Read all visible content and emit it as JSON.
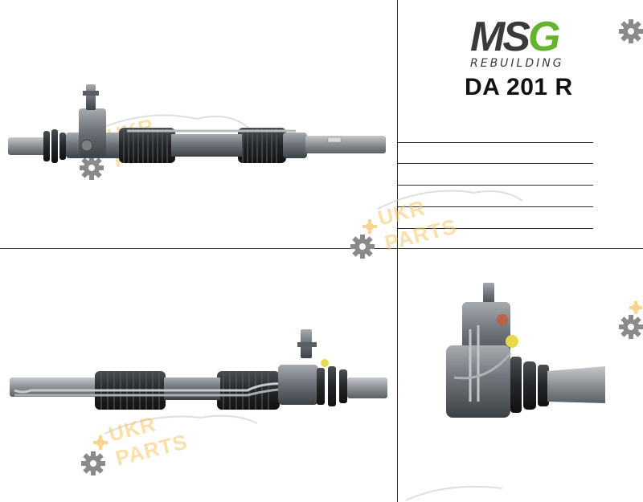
{
  "brand": {
    "logo_msg_m": "M",
    "logo_msg_s": "S",
    "logo_msg_g": "G",
    "logo_sub": "REBUILDING",
    "accent_green": "#66b32e",
    "dark_gray": "#3a3a3a"
  },
  "product": {
    "part_number": "DA 201 R"
  },
  "watermark": {
    "word1": "UKR",
    "word2": "PARTS",
    "color": "#f4c462"
  },
  "views": [
    {
      "name": "steering-rack-top-view"
    },
    {
      "name": "steering-rack-rear-view"
    },
    {
      "name": "steering-rack-end-view"
    }
  ]
}
